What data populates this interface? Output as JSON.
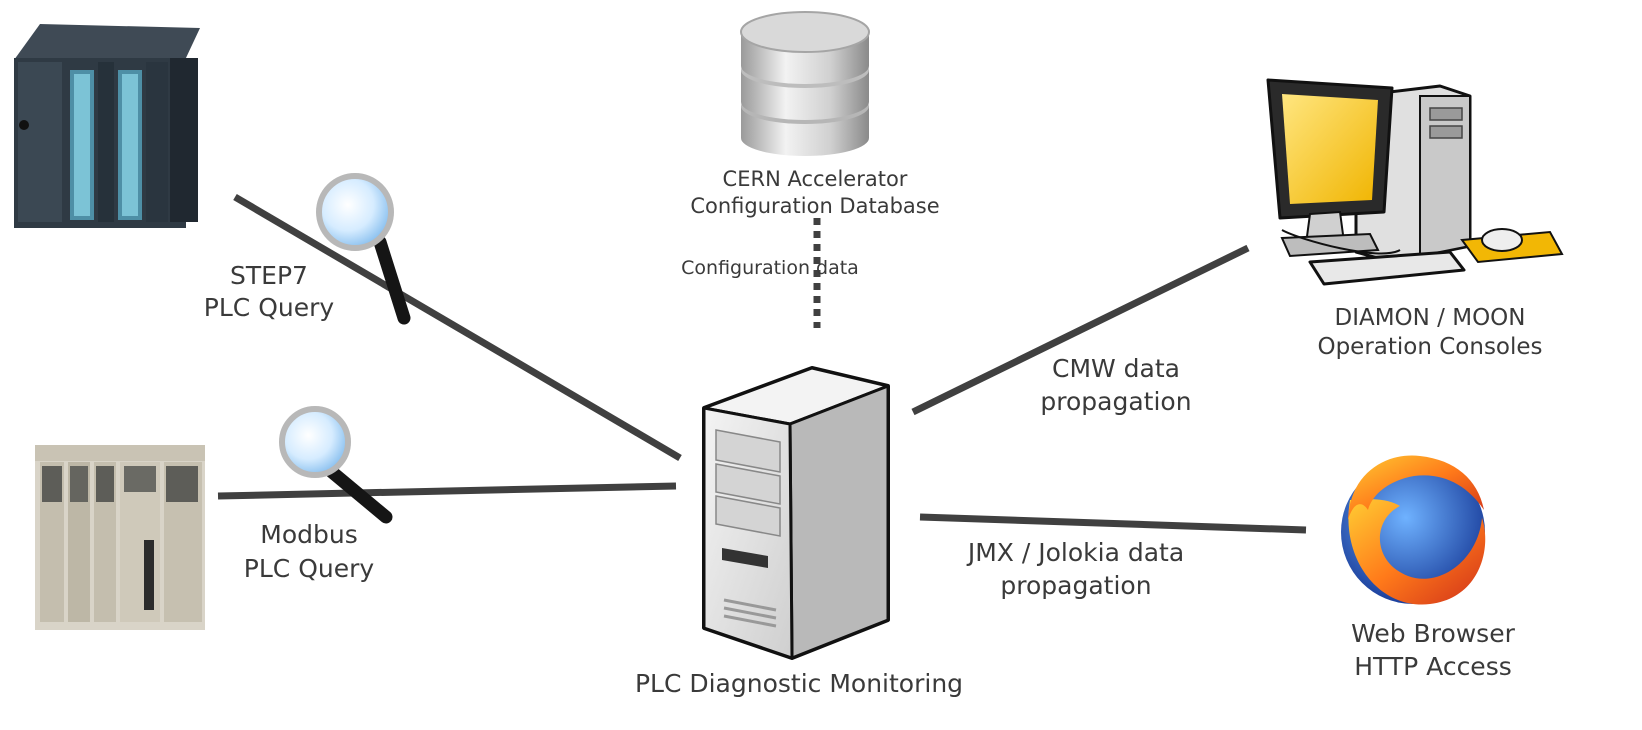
{
  "nodes": {
    "db": {
      "line1": "CERN Accelerator",
      "line2": "Configuration Database"
    },
    "server": {
      "label": "PLC Diagnostic Monitoring"
    },
    "consoles": {
      "line1": "DIAMON / MOON",
      "line2": "Operation Consoles"
    },
    "browser": {
      "line1": "Web Browser",
      "line2": "HTTP Access"
    }
  },
  "edges": {
    "config": {
      "label": "Configuration data"
    },
    "step7": {
      "line1": "STEP7",
      "line2": "PLC Query"
    },
    "modbus": {
      "line1": "Modbus",
      "line2": "PLC Query"
    },
    "cmw": {
      "line1": "CMW data",
      "line2": "propagation"
    },
    "jmx": {
      "line1": "JMX / Jolokia data",
      "line2": "propagation"
    }
  },
  "icons": [
    "plc-siemens-icon",
    "plc-modicon-icon",
    "database-icon",
    "server-tower-icon",
    "desktop-computer-icon",
    "firefox-icon",
    "magnifier-icon"
  ],
  "colors": {
    "connector": "#404040",
    "monitor_screen": "#f5c400",
    "mousepad": "#f2b705"
  }
}
